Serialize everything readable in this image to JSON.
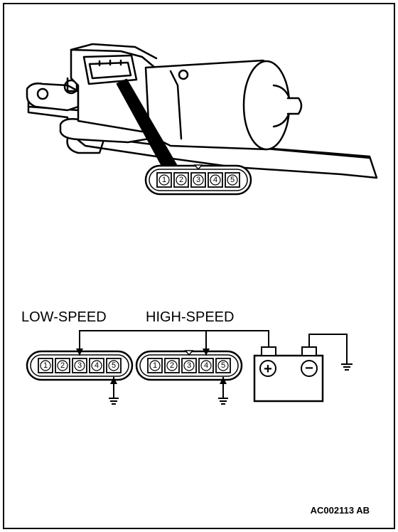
{
  "connector_pins": [
    "1",
    "2",
    "3",
    "4",
    "5"
  ],
  "labels": {
    "low_speed": "LOW-SPEED",
    "high_speed": "HIGH-SPEED"
  },
  "battery": {
    "positive_symbol": "+",
    "negative_symbol": "−"
  },
  "figure_code": "AC002113 AB",
  "colors": {
    "ink": "#000000",
    "paper": "#ffffff"
  }
}
